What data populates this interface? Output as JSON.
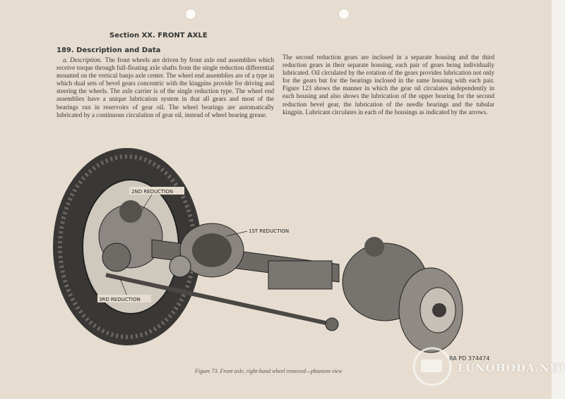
{
  "section_title": "Section XX. FRONT AXLE",
  "heading": "189. Description and Data",
  "left_column": {
    "lead": "a. Description.",
    "text": "The front wheels are driven by front axle end assemblies which receive torque through full-floating axle shafts from the single reduction differential mounted on the vertical banjo axle center. The wheel end assemblies are of a type in which dual sets of bevel gears concentric with the kingpins provide for driving and steering the wheels. The axle carrier is of the single reduction type. The wheel end assemblies have a unique lubrication system in that all gears and most of the bearings run in reservoirs of gear oil. The wheel bearings are automatically lubricated by a continuous circulation of gear oil, instead of wheel bearing grease."
  },
  "right_column": {
    "text": "The second reduction gears are inclosed in a separate housing and the third reduction gears in their separate housing, each pair of gears being individually lubricated. Oil circulated by the rotation of the gears provides lubrication not only for the gears but for the bearings inclosed in the same housing with each pair. Figure 123 shows the manner in which the gear oil circulates independently in each housing and also shows the lubrication of the upper bearing for the second reduction bevel gear, the lubrication of the needle bearings and the tubular kingpin. Lubricant circulates in each of the housings as indicated by the arrows."
  },
  "figure": {
    "labels": {
      "second": "2ND REDUCTION",
      "first": "1ST REDUCTION",
      "third": "3RD REDUCTION"
    },
    "caption": "Figure 73. Front axle, right-hand wheel removed—phantom view",
    "ref": "RA PD 374474"
  },
  "watermark": "LUNOHODA.NET"
}
